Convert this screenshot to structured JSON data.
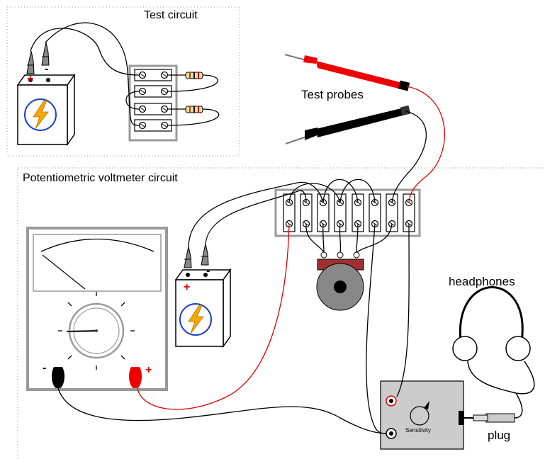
{
  "labels": {
    "test_circuit": "Test circuit",
    "test_probes": "Test probes",
    "potentiometric_circuit": "Potentiometric voltmeter circuit",
    "headphones": "headphones",
    "plug": "plug",
    "sensitivity": "Sensitivity"
  },
  "polarity": {
    "plus": "+",
    "minus": "-"
  },
  "colors": {
    "red_wire": "#e00000",
    "probe_red": "#ee0000",
    "probe_black": "#000000",
    "battery_bolt": "#f5a800",
    "battery_ring": "#1a3fd0",
    "pot_body": "#a03030",
    "pot_knob": "#888888",
    "sensitivity_box": "#cccccc"
  },
  "icons": [
    "lightning-bolt-icon",
    "meter-dial-icon",
    "potentiometer-icon",
    "headphones-icon",
    "alligator-clip-icon",
    "resistor-icon"
  ]
}
